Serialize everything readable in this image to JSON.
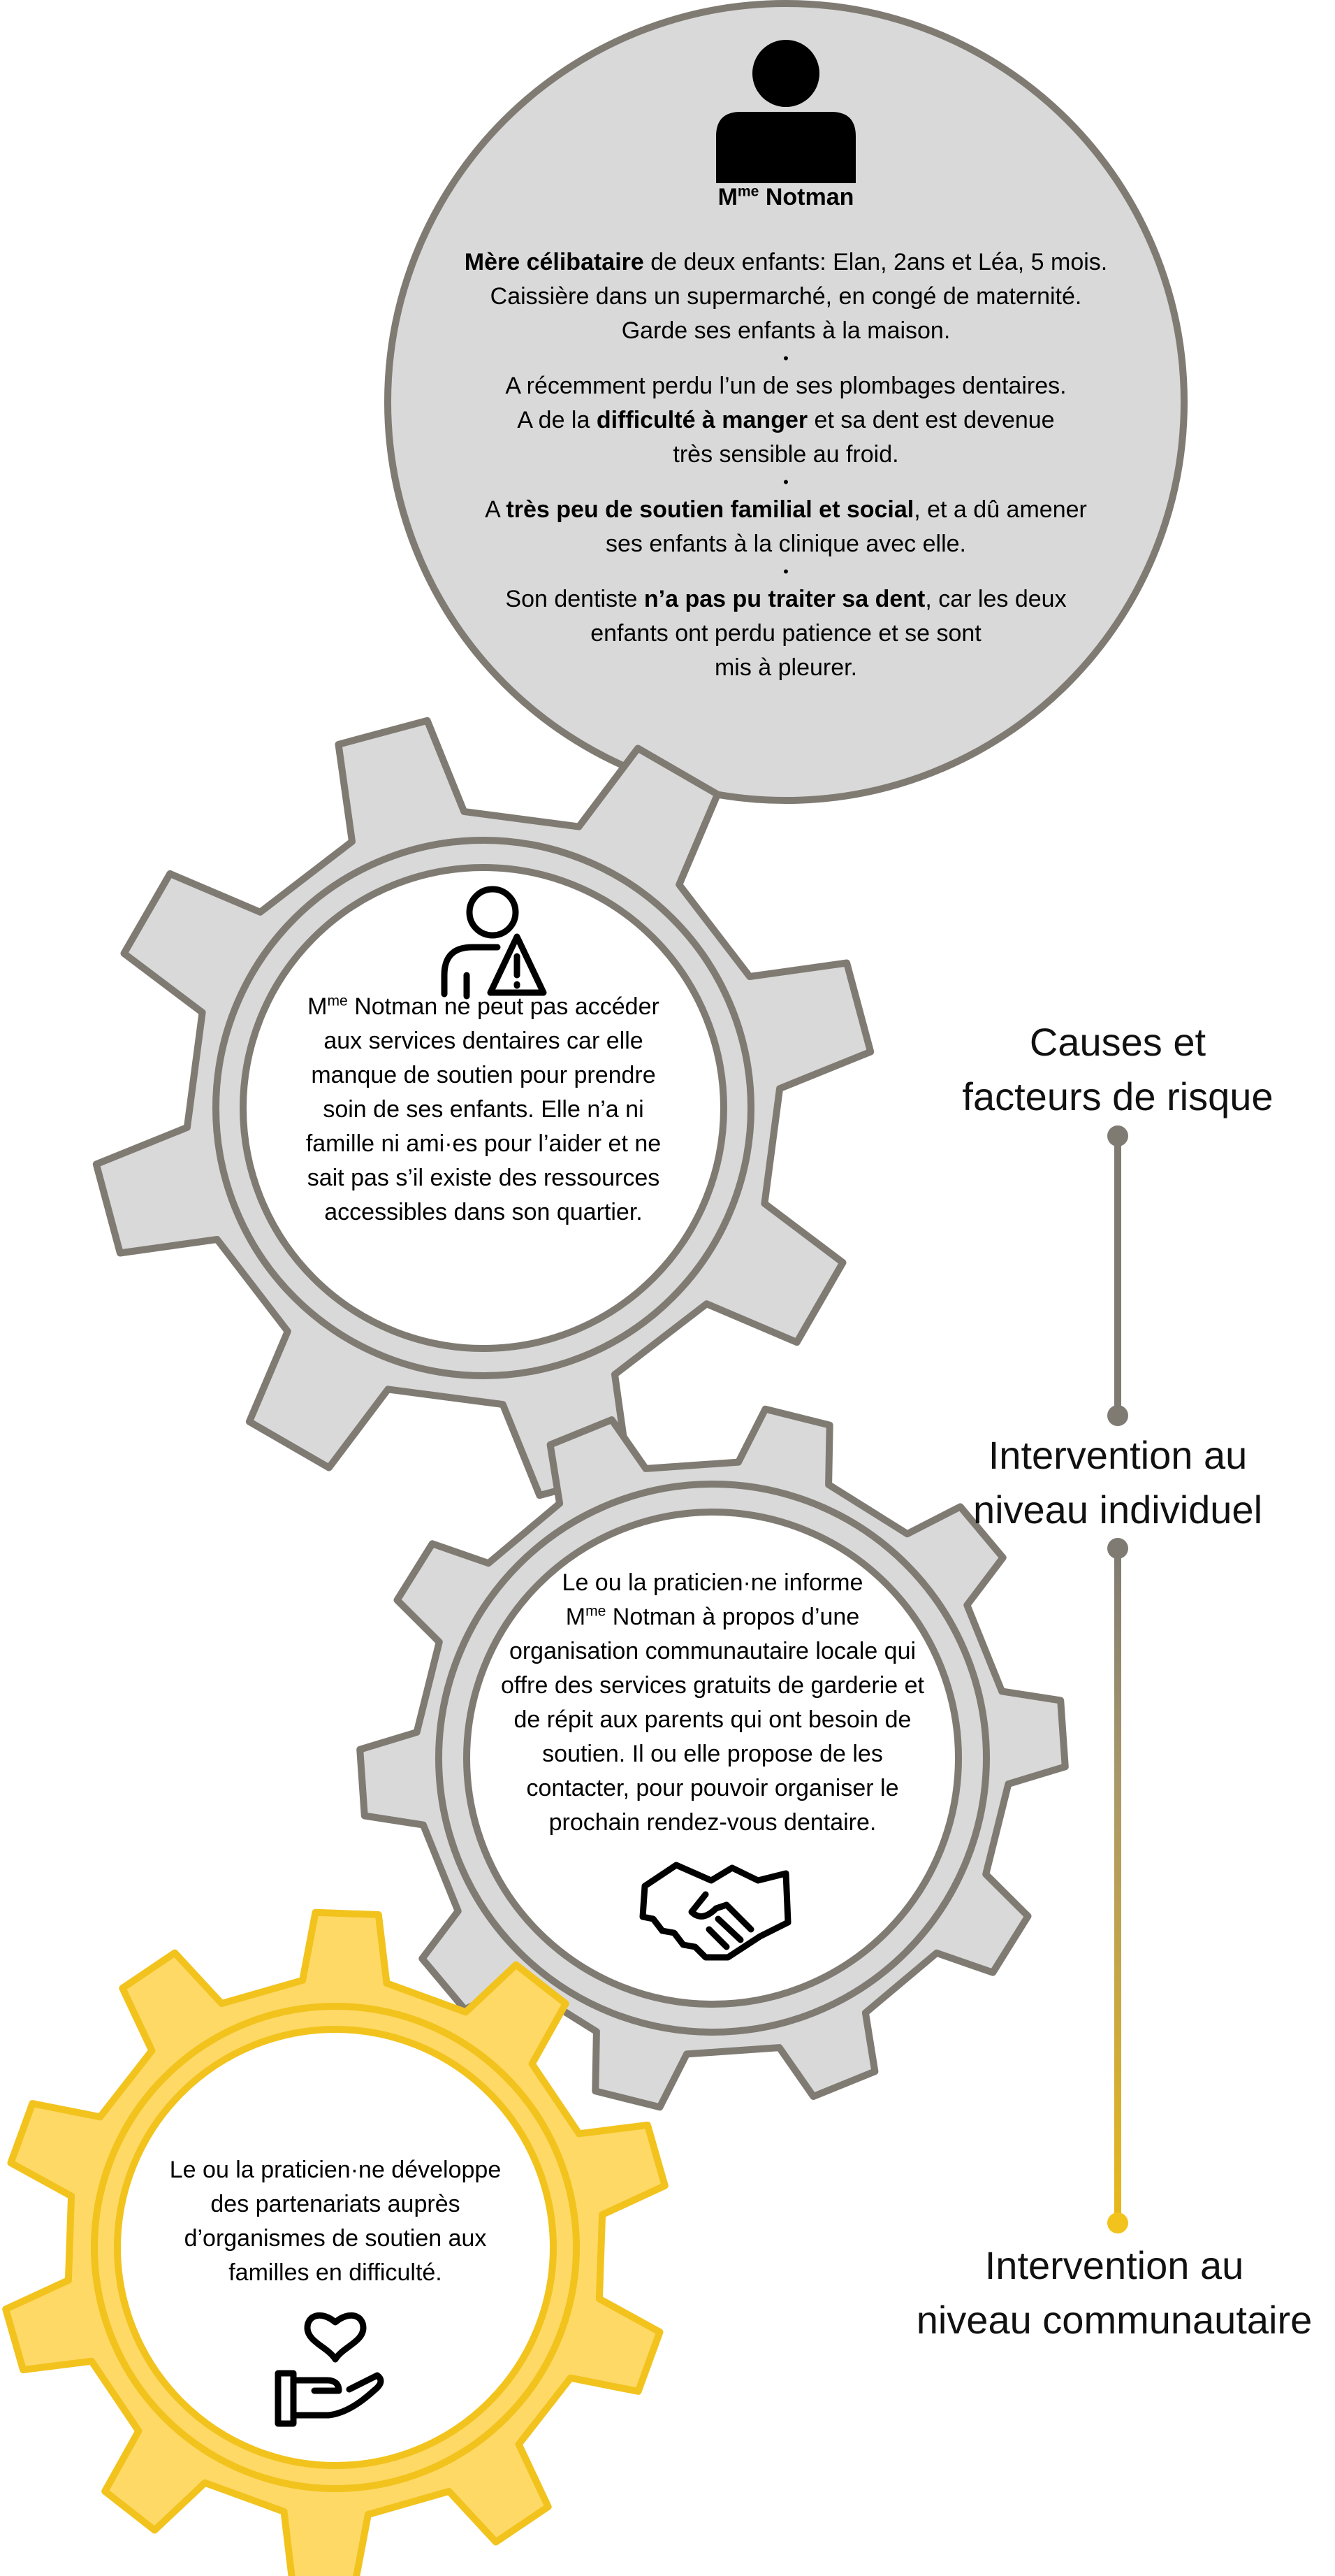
{
  "persona": {
    "title_prefix": "M",
    "title_sup": "me",
    "title_name": " Notman",
    "groups": [
      [
        {
          "b": "Mère célibataire",
          "t": " de deux enfants: Elan, 2ans et Léa, 5 mois."
        },
        {
          "b": "",
          "t": "Caissière dans un supermarché, en congé de maternité."
        },
        {
          "b": "",
          "t": "Garde ses enfants à la maison."
        }
      ],
      [
        {
          "b": "",
          "t": "A récemment perdu l’un de ses plombages dentaires."
        },
        {
          "b": "",
          "t": "A de la "
        },
        {
          "b": "difficulté à manger",
          "t": " et sa dent est devenue"
        },
        {
          "b": "",
          "t": "très sensible au froid."
        }
      ],
      [
        {
          "b": "",
          "t": "A "
        },
        {
          "b": "très peu de soutien familial et social",
          "t": ", et a dû amener"
        },
        {
          "b": "",
          "t": "ses enfants à la clinique avec elle."
        }
      ],
      [
        {
          "b": "",
          "t": "Son dentiste "
        },
        {
          "b": "n’a pas pu traiter sa dent",
          "t": ", car les deux"
        },
        {
          "b": "",
          "t": "enfants ont perdu patience et se sont"
        },
        {
          "b": "",
          "t": "mis à pleurer."
        }
      ]
    ],
    "bullet": "•"
  },
  "gear_causes": {
    "icon": "person-warning-icon",
    "prefix": "M",
    "sup": "me",
    "lines": [
      " Notman ne peut pas accéder",
      "aux services dentaires car elle",
      "manque de soutien pour prendre",
      "soin de ses enfants. Elle n’a ni",
      "famille ni ami·es pour l’aider et ne",
      "sait pas s’il existe des ressources",
      "accessibles dans son quartier."
    ]
  },
  "gear_individual": {
    "icon": "handshake-icon",
    "line1": "Le ou la praticien·ne informe",
    "prefix": "M",
    "sup": "me",
    "line2": " Notman à propos d’une",
    "lines": [
      "organisation communautaire locale qui",
      "offre des services gratuits de garderie et",
      "de répit aux parents qui ont besoin de",
      "soutien. Il ou elle propose de les",
      "contacter, pour pouvoir organiser le",
      "prochain rendez-vous dentaire."
    ]
  },
  "gear_community": {
    "icon": "heart-hand-icon",
    "lines": [
      "Le ou la praticien·ne développe",
      "des partenariats auprès",
      "d’organismes de soutien aux",
      "familles en difficulté."
    ]
  },
  "stages": [
    {
      "line1": "Causes et",
      "line2": "facteurs de risque"
    },
    {
      "line1": "Intervention au",
      "line2": "niveau individuel"
    },
    {
      "line1": "Intervention au",
      "line2": "niveau communautaire"
    }
  ],
  "colors": {
    "gray_fill": "#d9d9d9",
    "gray_stroke": "#7f7b73",
    "yellow_fill": "#ffd966",
    "yellow_stroke": "#f2c31d",
    "line_gold": "#e8b81a"
  }
}
